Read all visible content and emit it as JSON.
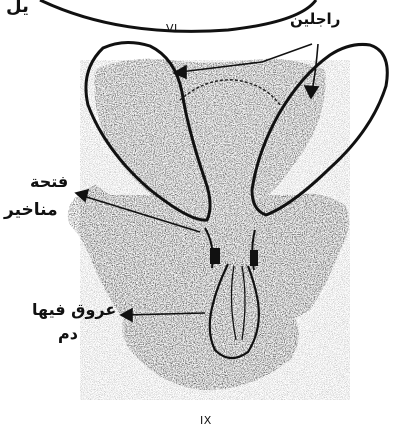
{
  "figure": {
    "top_label_fragment": "يل",
    "roman_top": "VI",
    "roman_bottom": "IX",
    "label_legs": "راجلين",
    "label_nostril_1": "فتحة",
    "label_nostril_2": "مناخير",
    "label_vessels_1": "عروق فيها",
    "label_vessels_2": "دم",
    "colors": {
      "ink": "#111111",
      "stipple": "#2a2a2a",
      "paper": "#ffffff"
    }
  }
}
